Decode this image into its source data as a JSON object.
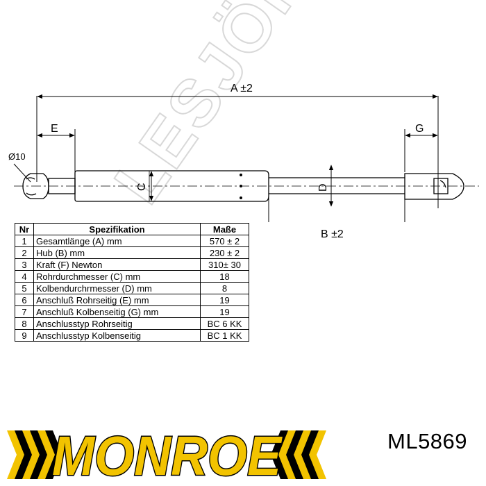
{
  "drawing": {
    "watermark": "LESJÖFORS",
    "dimension_labels": {
      "A": "A ±2",
      "B": "B ±2",
      "C": "C",
      "D": "D",
      "E": "E",
      "G": "G",
      "eye_diameter": "Ø10"
    }
  },
  "spec_table": {
    "headers": [
      "Nr",
      "Spezifikation",
      "Maße"
    ],
    "rows": [
      [
        "1",
        "Gesamtlänge (A) mm",
        "570 ± 2"
      ],
      [
        "2",
        "Hub (B)  mm",
        "230 ± 2"
      ],
      [
        "3",
        "Kraft (F) Newton",
        "310± 30"
      ],
      [
        "4",
        "Rohrdurchmesser (C) mm",
        "18"
      ],
      [
        "5",
        "Kolbendurchrmesser (D) mm",
        "8"
      ],
      [
        "6",
        "Anschluß Rohrseitig (E) mm",
        "19"
      ],
      [
        "7",
        "Anschluß Kolbenseitig (G) mm",
        "19"
      ],
      [
        "8",
        "Anschlusstyp Rohrseitig",
        "BC 6 KK"
      ],
      [
        "9",
        "Anschlusstyp Kolbenseitig",
        "BC 1 KK"
      ]
    ]
  },
  "brand": {
    "logo_text": "MONROE",
    "logo_color": "#f2c300",
    "logo_stroke": "#000000"
  },
  "part_number": "ML5869"
}
